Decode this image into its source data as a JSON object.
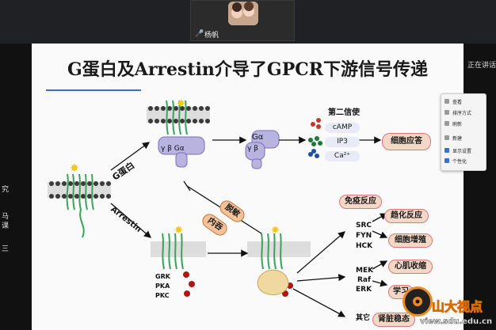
{
  "meeting": {
    "participant_name": "杨帆",
    "mic_icon": "mic-icon"
  },
  "left_sidebar": {
    "fragments": [
      "究",
      "马",
      "课",
      "三"
    ]
  },
  "right_panel": {
    "label": "正在讲话"
  },
  "slide": {
    "title": "G蛋白及Arrestin介导了GPCR下游信号传递",
    "second_messenger_title": "第二信使",
    "second_messengers": [
      "cAMP",
      "IP3",
      "Ca²⁺"
    ],
    "cell_response": "细胞应答",
    "g_alpha": "Gα",
    "gbg_left": "γ β Gα",
    "gbg_right": "γ β",
    "g_protein_path": "G蛋白",
    "arrestin_path": "Arrestin",
    "desensitization": "脱敏",
    "internalization": "内吞",
    "kinases": [
      "GRK",
      "PKA",
      "PKC"
    ],
    "responses": [
      "免疫反应",
      "趋化反应",
      "细胞增殖",
      "心肌收缩",
      "学习",
      "肾脏稳态"
    ],
    "group1": [
      "SRC",
      "FYN",
      "HCK"
    ],
    "group2": [
      "MEK",
      "Raf",
      "ERK"
    ],
    "other": "其它"
  },
  "context_menu": {
    "items": [
      "查看",
      "排序方式",
      "刷新",
      "新建",
      "显示设置",
      "个性化"
    ]
  },
  "watermark": {
    "text": "山大视点",
    "url": "view.sdu.edu.cn"
  },
  "colors": {
    "slide_bg": "#fafafa",
    "accent_blue": "#3b6fd6",
    "pill_bg": "#f3d8c8",
    "pill_border": "#d77"
  }
}
